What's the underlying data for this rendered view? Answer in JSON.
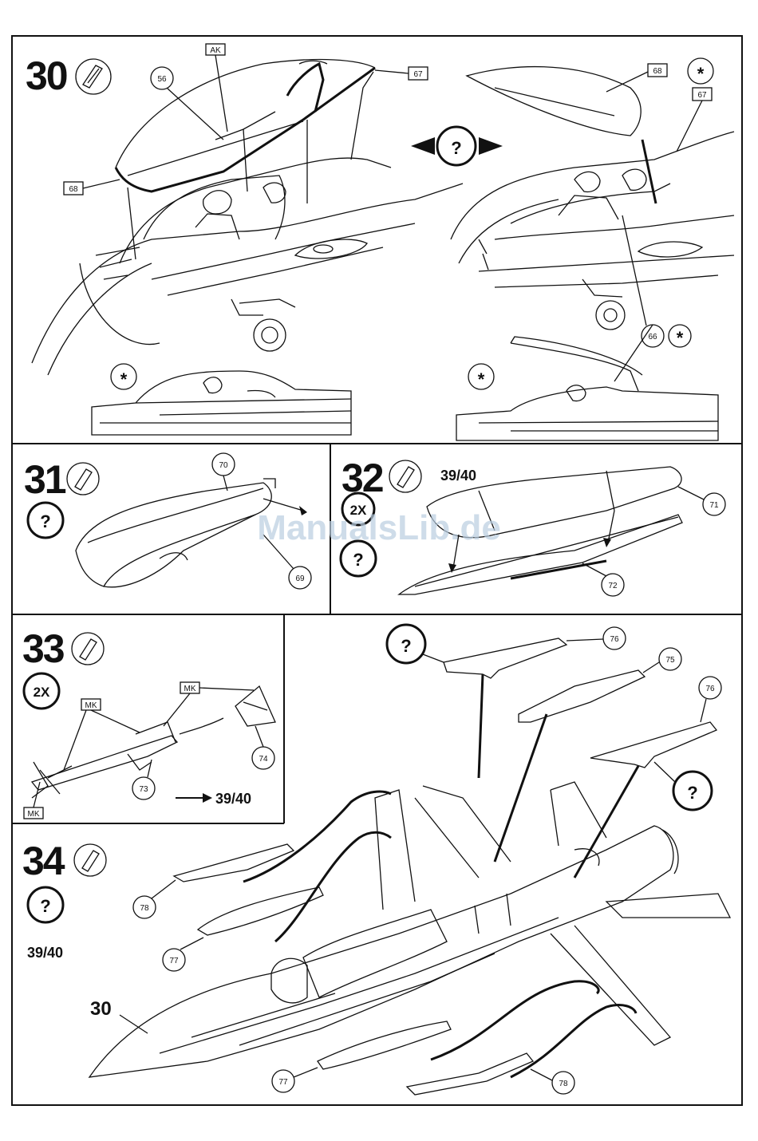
{
  "watermark": "ManualsLib.de",
  "steps": {
    "s30": {
      "number": "30",
      "parts": {
        "p56": "56",
        "p67": "67",
        "p68": "68",
        "p66": "66",
        "ak": "AK"
      }
    },
    "s31": {
      "number": "31",
      "parts": {
        "p70": "70",
        "p69": "69"
      }
    },
    "s32": {
      "number": "32",
      "multiplier": "2X",
      "ref": "39/40",
      "parts": {
        "p71": "71",
        "p72": "72"
      }
    },
    "s33": {
      "number": "33",
      "multiplier": "2X",
      "ref": "39/40",
      "mk": "MK",
      "parts": {
        "p73": "73",
        "p74": "74"
      }
    },
    "s34": {
      "number": "34",
      "ref": "39/40",
      "fuselage": "30",
      "parts": {
        "p75": "75",
        "p75b": "75",
        "p76": "76",
        "p76b": "76",
        "p77": "77",
        "p77b": "77",
        "p78": "78"
      }
    }
  },
  "icons": {
    "question": "?",
    "asterisk": "*"
  }
}
